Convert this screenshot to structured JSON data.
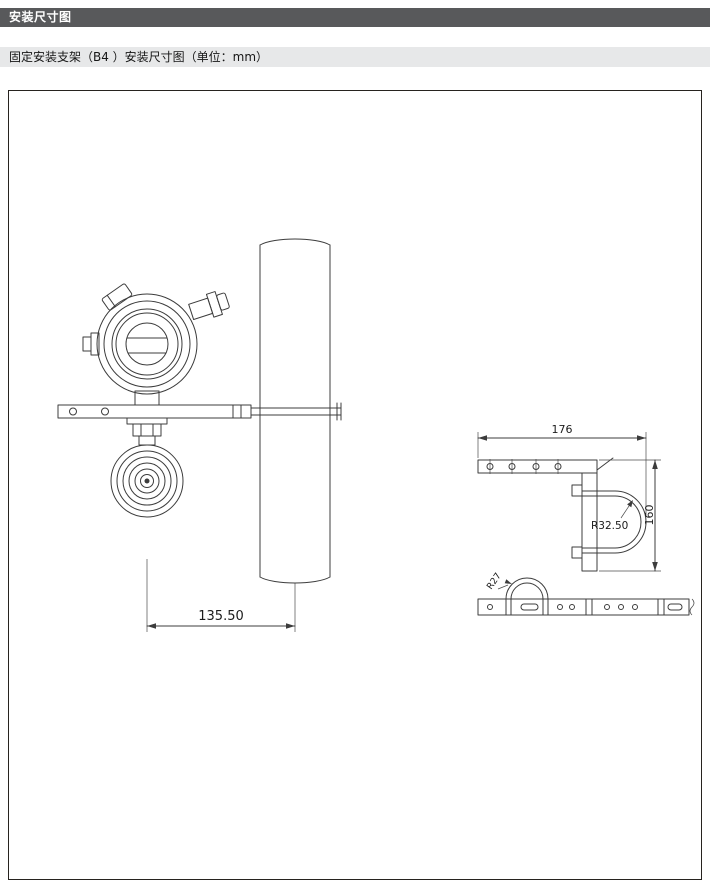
{
  "header": {
    "title": "安装尺寸图"
  },
  "subheader": {
    "title": "固定安装支架（B4 ）安装尺寸图（单位：mm）"
  },
  "drawing": {
    "unit": "mm",
    "labels": {
      "dim_offset": "135.50",
      "dim_width": "176",
      "dim_height": "160",
      "radius_large": "R32.50",
      "radius_small": "R27"
    }
  },
  "colors": {
    "header_bg": "#58595b",
    "subheader_bg": "#e7e8e9",
    "line": "#3c3c3c"
  }
}
